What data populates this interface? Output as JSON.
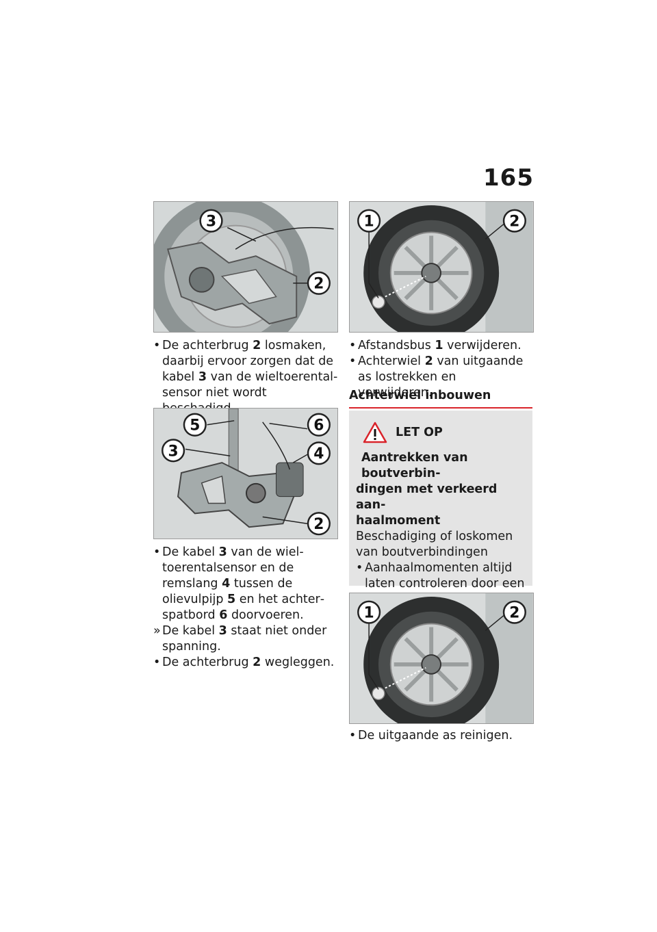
{
  "page": {
    "number": "165"
  },
  "left_column": {
    "block1": [
      {
        "marker": "•",
        "before": "De achterbrug ",
        "ref": "2",
        "after": " losmaken, daarbij ervoor zorgen dat de kabel ",
        "ref2": "3",
        "after2": " van de wieltoerental­sensor niet wordt beschadigd."
      }
    ],
    "block2": [
      {
        "marker": "•",
        "before": "De kabel ",
        "ref": "3",
        "after": " van de wiel­toerentalsensor en de remslang ",
        "ref2": "4",
        "after2": " tussen de olievulpijp ",
        "ref3": "5",
        "after3": " en het achter­spatbord ",
        "ref4": "6",
        "after4": " doorvoeren."
      },
      {
        "marker": "»",
        "before": "De kabel ",
        "ref": "3",
        "after": " staat niet onder spanning."
      },
      {
        "marker": "•",
        "before": "De achterbrug ",
        "ref": "2",
        "after": " wegleggen."
      }
    ]
  },
  "right_column": {
    "block1": [
      {
        "marker": "•",
        "before": "Afstandsbus ",
        "ref": "1",
        "after": " verwijderen."
      },
      {
        "marker": "•",
        "before": "Achterwiel ",
        "ref": "2",
        "after": " van uitgaande as lostrekken en verwijderen."
      }
    ],
    "heading": "Achterwiel inbouwen",
    "warning": {
      "title": "LET OP",
      "bold_line1": "Aantrekken van boutverbin-",
      "bold_line2": "dingen met verkeerd aan-",
      "bold_line3": "haalmoment",
      "text": "Beschadiging of loskomen van boutverbindingen",
      "bullet": "Aanhaalmomenten altijd la­ten controleren door een specialist, bij voorkeur een BMW Motorrad Partner."
    },
    "block2": [
      {
        "marker": "•",
        "before": "De uitgaande as reinigen."
      }
    ]
  },
  "figures": {
    "fig1": {
      "labels": [
        "3",
        "2"
      ]
    },
    "fig2": {
      "labels": [
        "5",
        "3",
        "6",
        "4",
        "2"
      ]
    },
    "fig3": {
      "labels": [
        "1",
        "2"
      ]
    },
    "fig4": {
      "labels": [
        "1",
        "2"
      ]
    }
  }
}
